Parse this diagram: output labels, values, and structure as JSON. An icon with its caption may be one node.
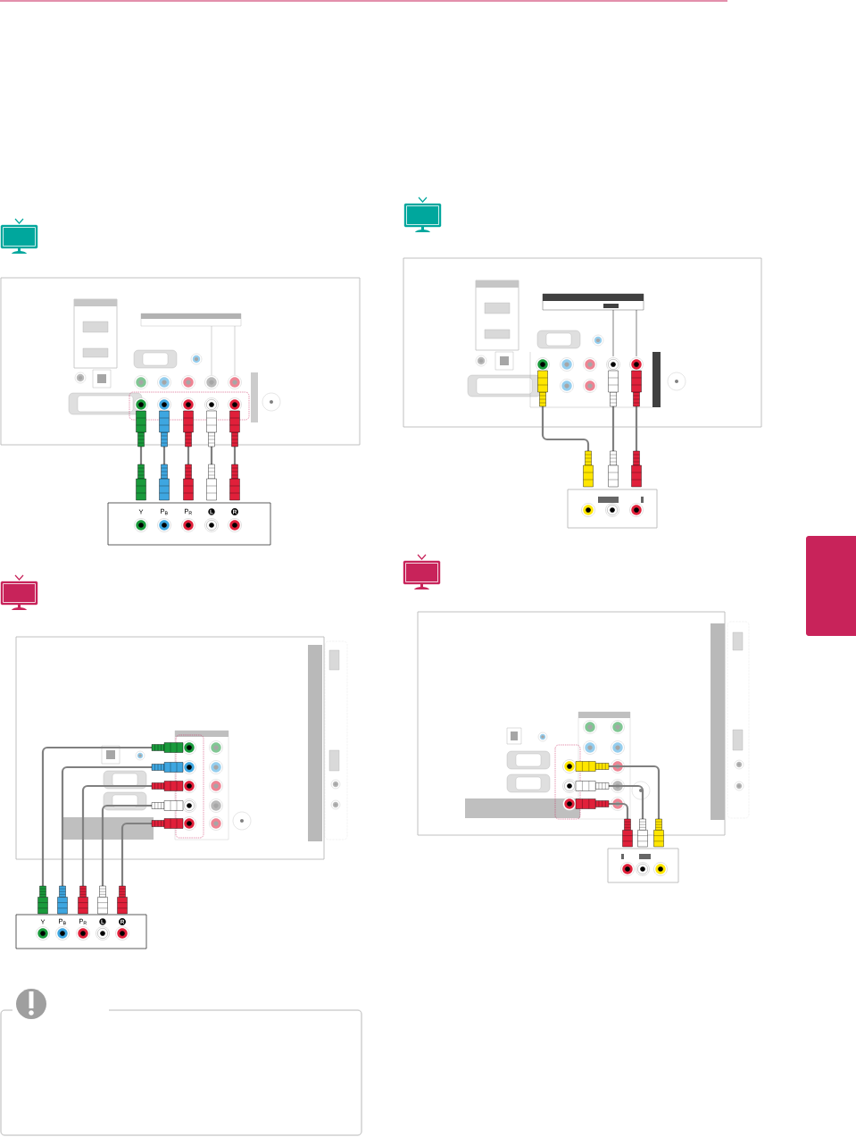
{
  "diagram": {
    "nodes": [
      {
        "text": [
          "Y",
          "P$_{B}$",
          "P$_{R}$",
          "L",
          "R"
        ]
      },
      {
        "text": [
          "Y",
          "P$_{B}$",
          "P$_{R}$",
          "L",
          "R"
        ]
      }
    ]
  }
}
